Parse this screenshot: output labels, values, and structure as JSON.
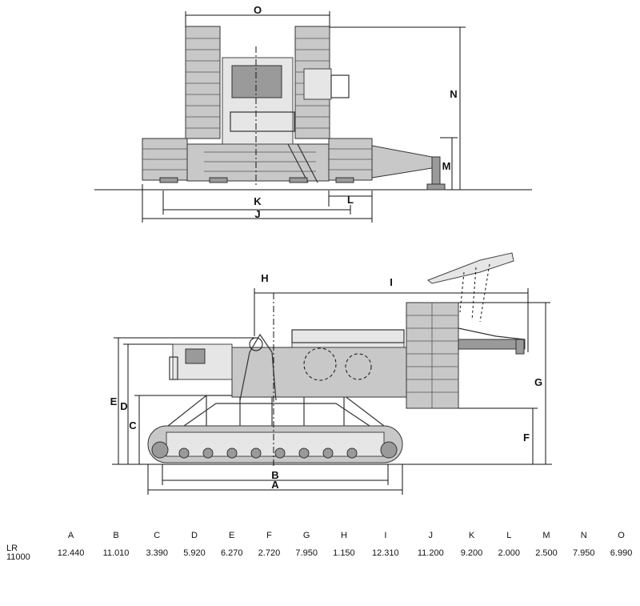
{
  "front_view": {
    "labels": [
      "O",
      "N",
      "M",
      "L",
      "K",
      "J"
    ]
  },
  "side_view": {
    "labels": [
      "H",
      "I",
      "G",
      "F",
      "E",
      "D",
      "C",
      "B",
      "A"
    ]
  },
  "table": {
    "columns": [
      "A",
      "B",
      "C",
      "D",
      "E",
      "F",
      "G",
      "H",
      "I",
      "J",
      "K",
      "L",
      "M",
      "N",
      "O"
    ],
    "model_line1": "LR",
    "model_line2": "11000",
    "values": [
      "12.440",
      "11.010",
      "3.390",
      "5.920",
      "6.270",
      "2.720",
      "7.950",
      "1.150",
      "12.310",
      "11.200",
      "9.200",
      "2.000",
      "2.500",
      "7.950",
      "6.990"
    ]
  }
}
